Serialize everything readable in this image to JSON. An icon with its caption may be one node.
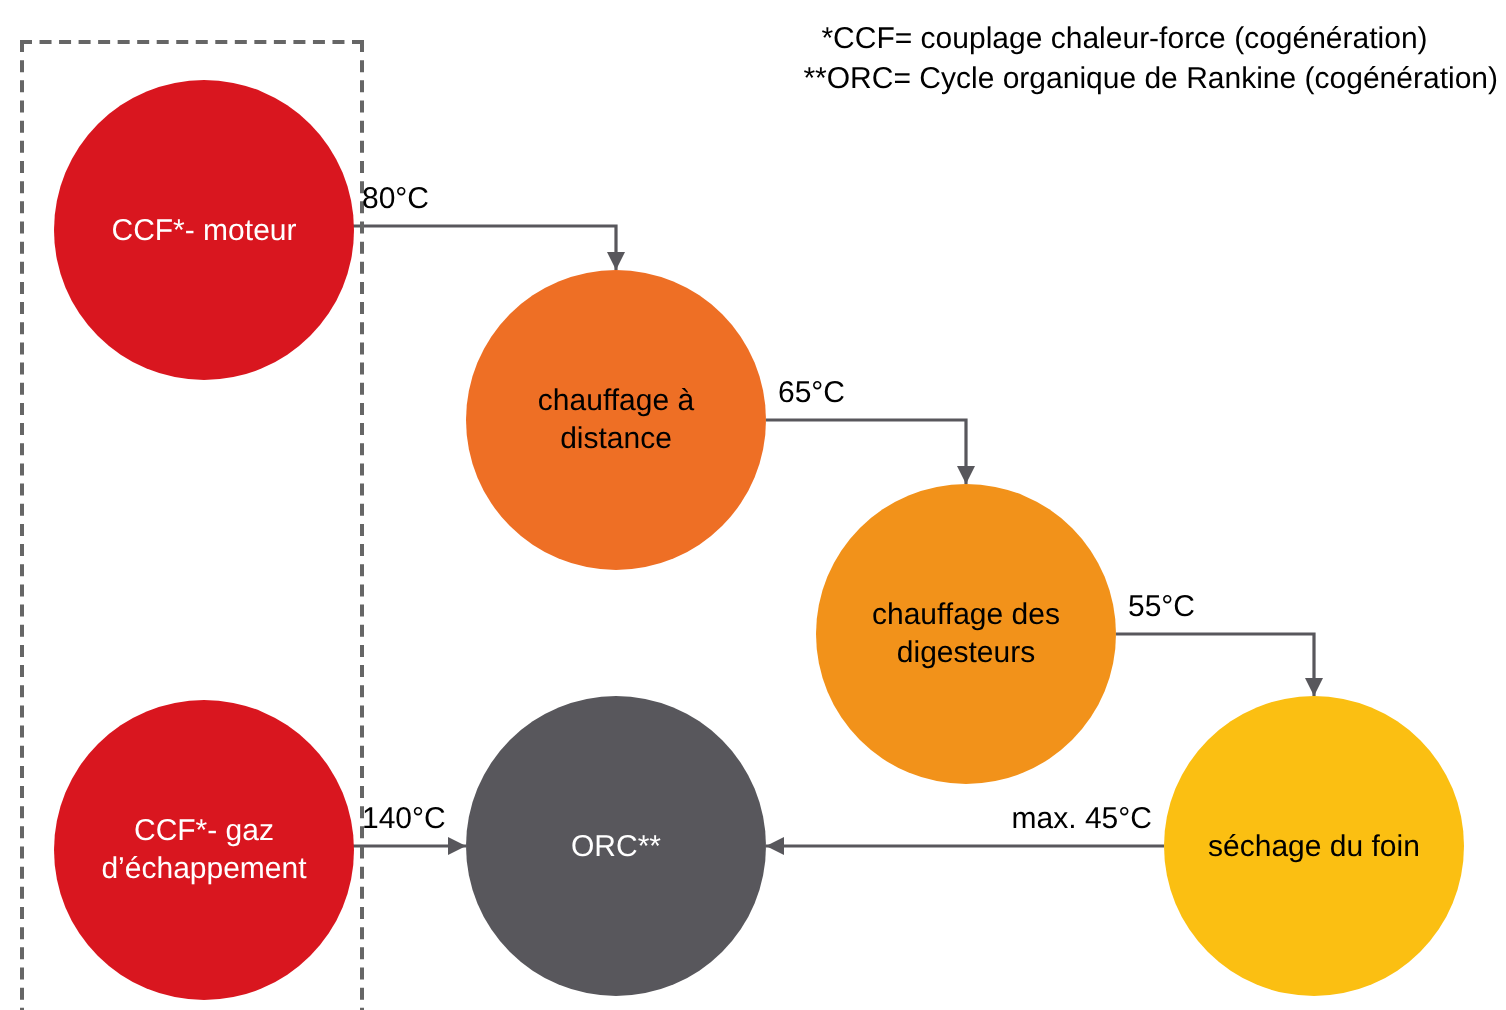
{
  "diagram": {
    "nodes": [
      {
        "text": [],
        "shape": "box"
      },
      {
        "text": [
          "CCF*- moteur"
        ],
        "in": 0
      },
      {
        "text": [
          "chauffage à distance"
        ]
      },
      {
        "text": [
          "chauffage des digesteurs"
        ]
      },
      {
        "text": [
          "séchage du foin"
        ]
      },
      {
        "text": [
          "ORC**"
        ]
      },
      {
        "text": [
          "CCF*- gaz d’échappement"
        ],
        "in": 0
      }
    ],
    "edges": [
      {
        "from": 1,
        "to": 2,
        "arrow": "to",
        "label": "80°C"
      },
      {
        "from": 2,
        "to": 3,
        "arrow": "to",
        "label": "65°C"
      },
      {
        "from": 3,
        "to": 4,
        "arrow": "to",
        "label": "55°C"
      },
      {
        "from": 4,
        "to": 5,
        "arrow": "to",
        "label": "max. 45°C"
      },
      {
        "from": 6,
        "to": 5,
        "arrow": "to",
        "label": "140°C"
      }
    ],
    "labels": [
      "*CCF= couplage chaleur-force (cogénération)",
      "**ORC= Cycle organique de Rankine (cogénération)"
    ]
  }
}
